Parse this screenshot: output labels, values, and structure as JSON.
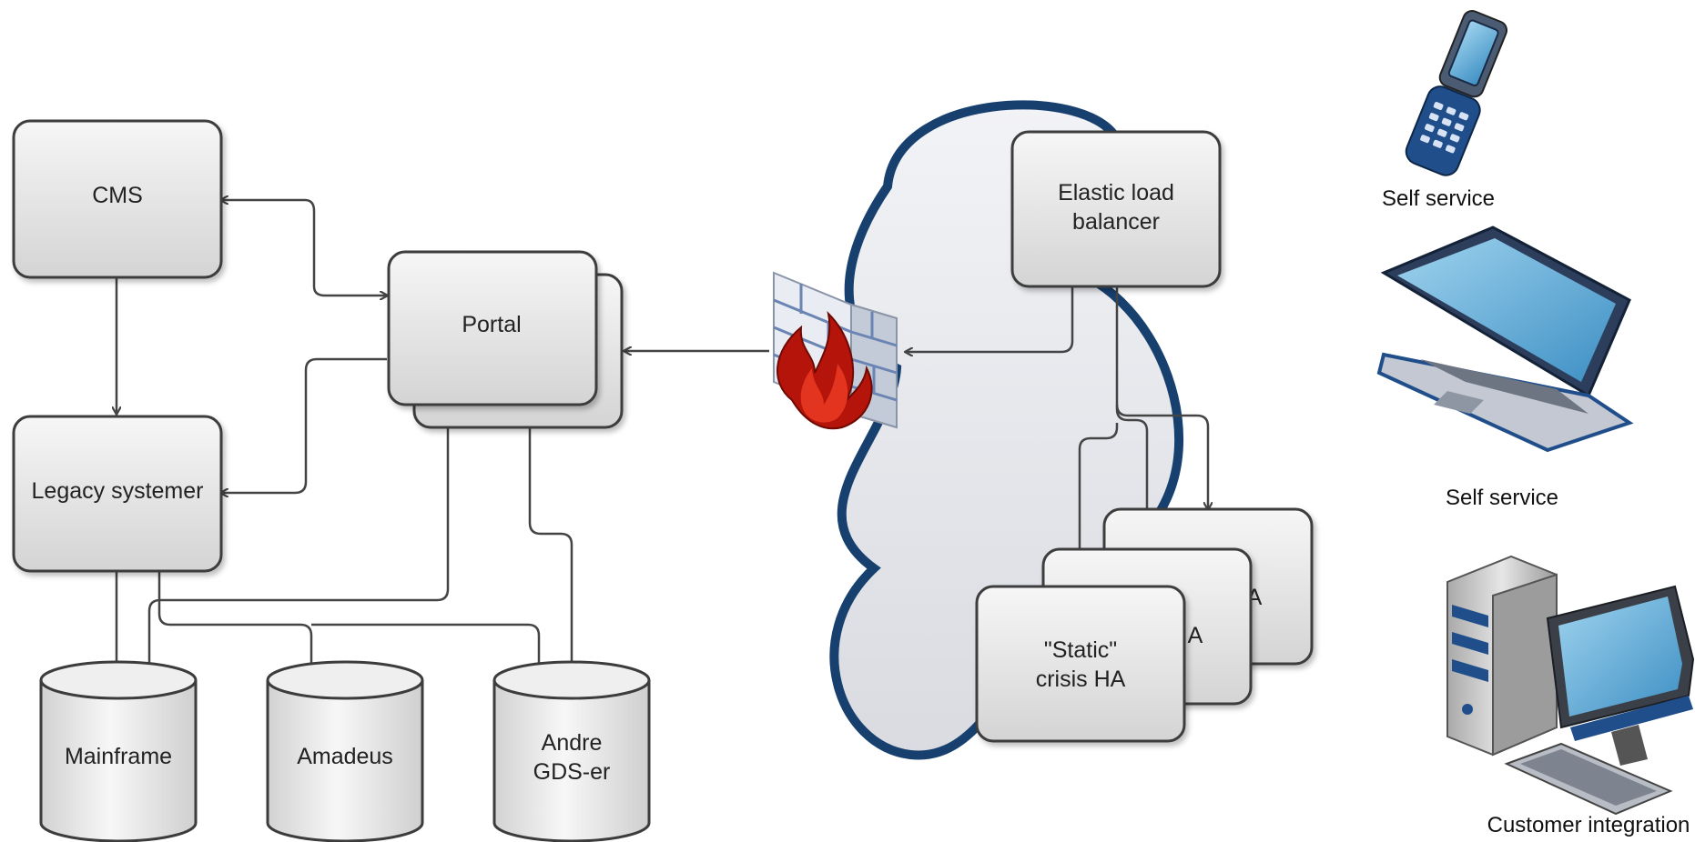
{
  "nodes": {
    "cms": "CMS",
    "portal": "Portal",
    "legacy": "Legacy systemer",
    "mainframe": "Mainframe",
    "amadeus": "Amadeus",
    "andre_line1": "Andre",
    "andre_line2": "GDS-er",
    "elb_line1": "Elastic load",
    "elb_line2": "balancer",
    "static_line1": "\"Static\"",
    "static_line2": "crisis HA",
    "behind_a1": "A",
    "behind_a2": "A"
  },
  "devices": {
    "phone_label": "Self service",
    "laptop_label": "Self service",
    "desktop_label": "Customer integration"
  },
  "icons": [
    "firewall-icon",
    "cloud-icon",
    "mobile-phone-icon",
    "laptop-icon",
    "desktop-computer-icon"
  ],
  "colors": {
    "box_fill": "#e2e2e2",
    "box_stroke": "#3c3c3c",
    "cloud_fill": "#e7e8ec",
    "cloud_stroke": "#17406f",
    "arrow": "#444444",
    "firewall_flame": "#b5140a",
    "device_blue": "#1f4e8a"
  }
}
